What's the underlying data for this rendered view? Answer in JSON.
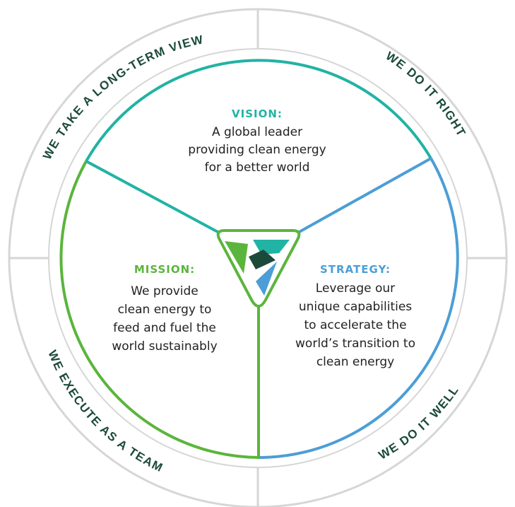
{
  "colors": {
    "teal": "#21b3a4",
    "blue": "#4c9ed6",
    "green": "#5ab53c",
    "dark_green": "#1b4a3a",
    "ring_gray": "#d6d6d6"
  },
  "ring_labels": {
    "top_left": "WE TAKE A LONG-TERM VIEW",
    "top_right": "WE DO IT RIGHT",
    "bottom_left": "WE EXECUTE AS A TEAM",
    "bottom_right": "WE DO IT WELL"
  },
  "vision": {
    "title": "VISION:",
    "lines": [
      "A global leader",
      "providing clean energy",
      "for a better world"
    ]
  },
  "mission": {
    "title": "MISSION:",
    "lines": [
      "We provide",
      "clean energy to",
      "feed and fuel the",
      "world sustainably"
    ]
  },
  "strategy": {
    "title": "STRATEGY:",
    "lines": [
      "Leverage our",
      "unique capabilities",
      "to accelerate the",
      "world’s transition to",
      "clean energy"
    ]
  },
  "center_logo": "logo-triangle-icon"
}
